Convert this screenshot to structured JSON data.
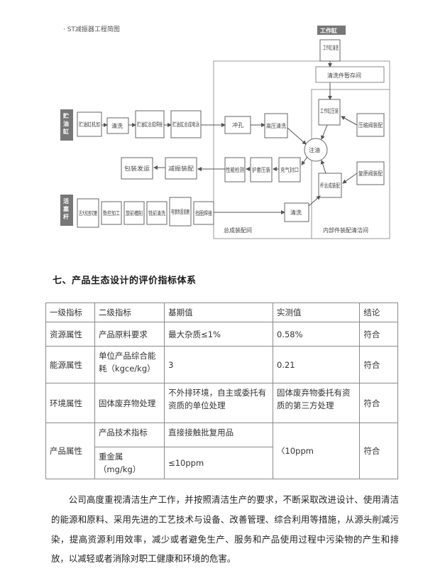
{
  "flow": {
    "title": "· ST减振器工程简图",
    "work_cylinder_label": "工作缸",
    "side_labels": {
      "oil_storage": "贮油缸",
      "piston_rod": "活塞杆"
    },
    "nodes": {
      "cyl_clean": "工作缸清洗",
      "cleaned_temp": "清洗件暂存间",
      "cyl_press": "工作缸压装",
      "compression_valve": "压缩阀装配",
      "restore_valve": "复原阀装配",
      "piston_asm": "杆总成装配",
      "oil_fill": "注油",
      "r1a": "贮油缸机加",
      "r1b": "清洗",
      "r1c": "贮油缸总成焊接",
      "r1d": "贮油缸总成电泳",
      "r1e": "冲孔",
      "r1f": "高压清洗",
      "r2a": "包装发运",
      "r2b": "减振装配",
      "r2c": "性能检测",
      "r2d": "护套压装",
      "r2e": "充气封口",
      "r3a": "活大校直切磨",
      "r3b": "数控加工",
      "r3c": "旋前槽削",
      "r3d": "铣前清洗",
      "r3e": "电镀表面抛磨",
      "r3f": "挡圈焊接",
      "r3g": "清洗"
    },
    "regions": {
      "assembly": "总成装配间",
      "parts": "内部件装配清洁间"
    }
  },
  "section": {
    "heading": "七、产品生态设计的评价指标体系"
  },
  "table": {
    "headers": [
      "一级指标",
      "二级指标",
      "基期值",
      "实测值",
      "结论"
    ],
    "rows": [
      {
        "c1": "资源属性",
        "c2": "产品原料要求",
        "c3": "最大杂质≤1%",
        "c4": "0.58%",
        "c5": "符合"
      },
      {
        "c1": "能源属性",
        "c2": "单位产品综合能耗（kgce/kg）",
        "c3": "3",
        "c4": "0.21",
        "c5": "符合"
      },
      {
        "c1": "环境属性",
        "c2": "固体废弃物处理",
        "c3": "不外排环境，自主或委托有资质的单位处理",
        "c4": "固体废弃物委托有资质的第三方处理",
        "c5": "符合"
      }
    ],
    "product": {
      "c1": "产品属性",
      "sub": [
        {
          "c2": "产品技术指标",
          "c3": "直接接触批复用品"
        },
        {
          "c2": "重金属（mg/kg）",
          "c3": "≤10ppm"
        }
      ],
      "c4": "〈10ppm",
      "c5": "符合"
    }
  },
  "paragraph": "公司高度重视清洁生产工作，并按照清洁生产的要求，不断采取改进设计、使用清洁的能源和原料、采用先进的工艺技术与设备、改善管理、综合利用等措施，从源头削减污染，提高资源利用效率，减少或者避免生产、服务和产品使用过程中污染物的产生和排放，以减轻或者消除对职工健康和环境的危害。"
}
